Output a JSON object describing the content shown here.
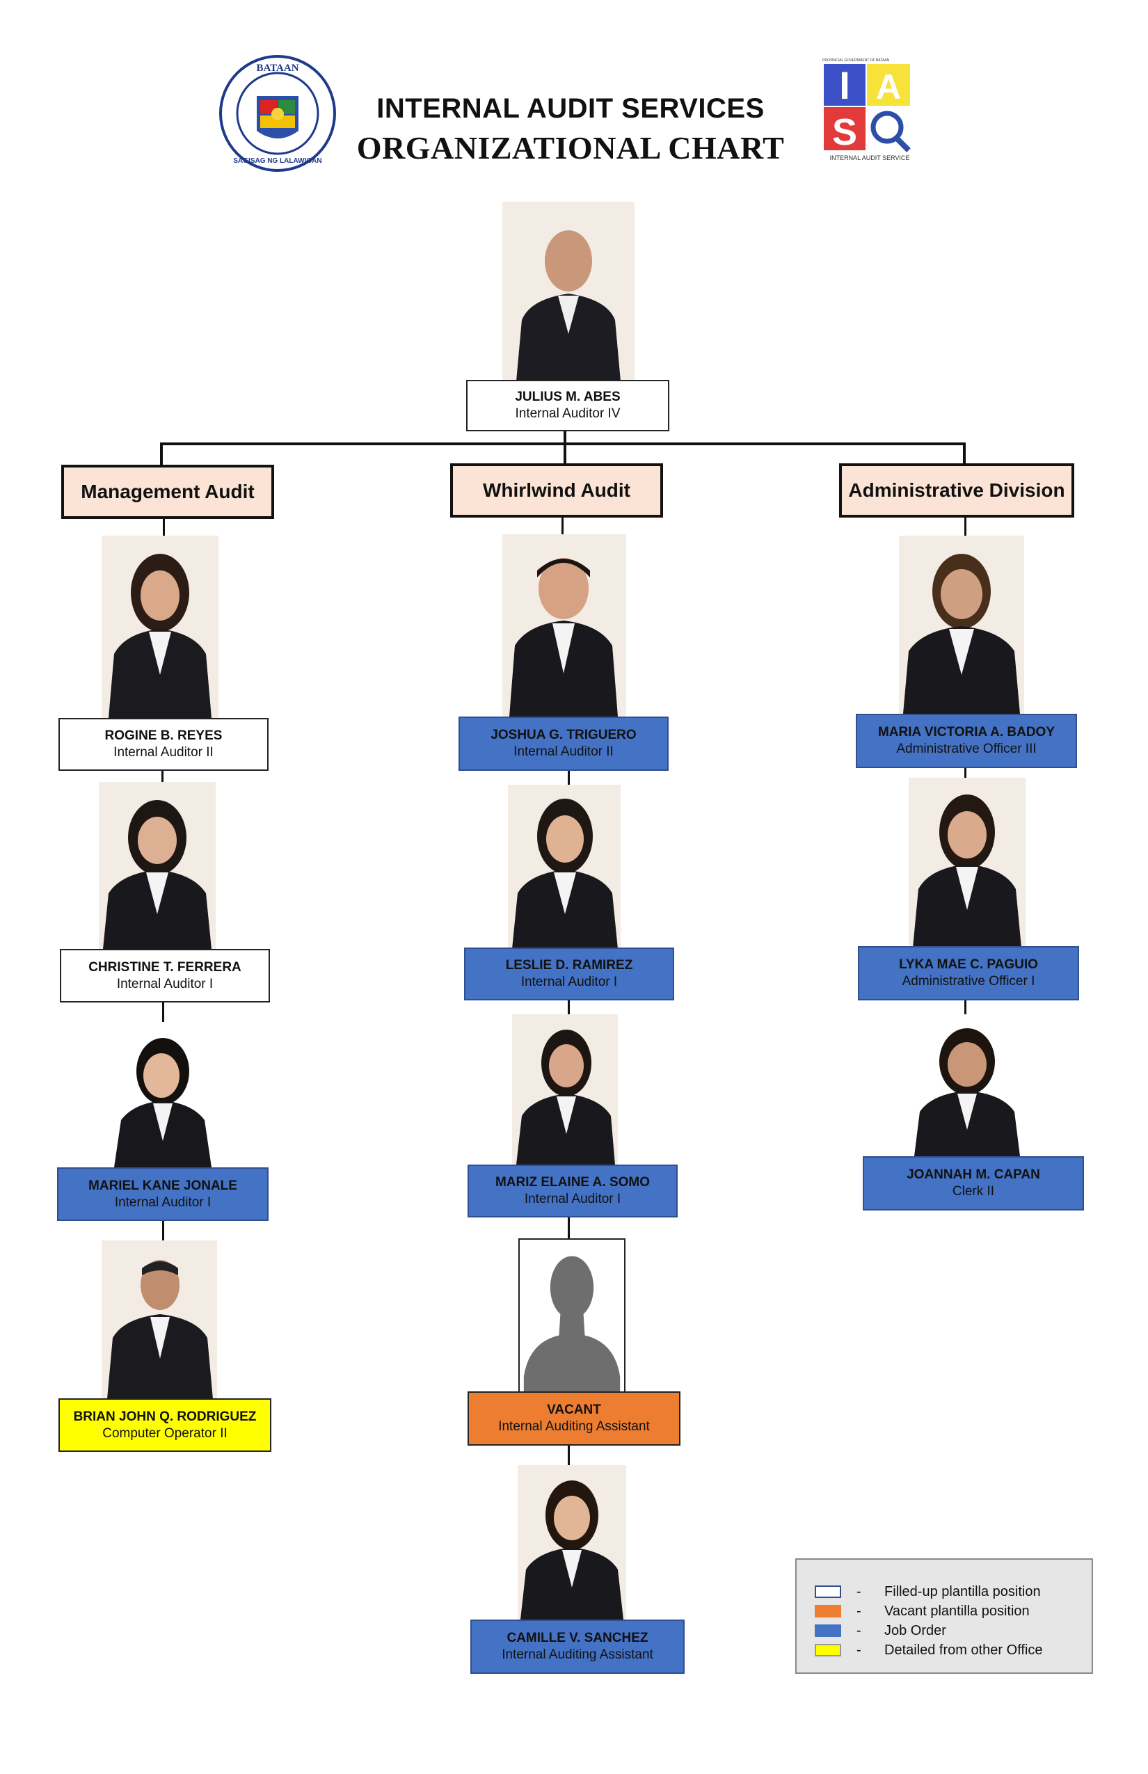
{
  "header": {
    "title_line1": "INTERNAL AUDIT SERVICES",
    "title_line2": "ORGANIZATIONAL CHART",
    "left_logo": {
      "top_text": "BATAAN",
      "bottom_text": "SAGISAG NG LALAWIGAN"
    },
    "right_logo": {
      "top_text": "PROVINCIAL GOVERNMENT OF BATAAN",
      "bottom_text": "INTERNAL AUDIT SERVICE",
      "letters": "IASO"
    }
  },
  "head": {
    "name": "JULIUS M. ABES",
    "position": "Internal Auditor IV"
  },
  "divisions": [
    {
      "label": "Management Audit",
      "members": [
        {
          "name": "ROGINE B. REYES",
          "position": "Internal Auditor II",
          "status": "filled"
        },
        {
          "name": "CHRISTINE T. FERRERA",
          "position": "Internal Auditor I",
          "status": "filled"
        },
        {
          "name": "MARIEL KANE JONALE",
          "position": "Internal Auditor I",
          "status": "job"
        },
        {
          "name": "BRIAN JOHN Q. RODRIGUEZ",
          "position": "Computer Operator II",
          "status": "detail"
        }
      ]
    },
    {
      "label": "Whirlwind Audit",
      "members": [
        {
          "name": "JOSHUA G. TRIGUERO",
          "position": "Internal Auditor II",
          "status": "job"
        },
        {
          "name": "LESLIE D. RAMIREZ",
          "position": "Internal Auditor I",
          "status": "job"
        },
        {
          "name": "MARIZ ELAINE A. SOMO",
          "position": "Internal Auditor I",
          "status": "job"
        },
        {
          "name": "VACANT",
          "position": "Internal Auditing Assistant",
          "status": "vacant"
        },
        {
          "name": "CAMILLE V. SANCHEZ",
          "position": "Internal Auditing Assistant",
          "status": "job"
        }
      ]
    },
    {
      "label": "Administrative Division",
      "members": [
        {
          "name": "MARIA VICTORIA A. BADOY",
          "position": "Administrative Officer III",
          "status": "job"
        },
        {
          "name": "LYKA MAE C. PAGUIO",
          "position": "Administrative Officer I",
          "status": "job"
        },
        {
          "name": "JOANNAH M. CAPAN",
          "position": "Clerk II",
          "status": "job"
        }
      ]
    }
  ],
  "legend": {
    "dash": "-",
    "items": [
      {
        "label": "Filled-up plantilla position",
        "color": "#ffffff"
      },
      {
        "label": "Vacant plantilla position",
        "color": "#ed7d31"
      },
      {
        "label": "Job Order",
        "color": "#4472c4"
      },
      {
        "label": "Detailed from other Office",
        "color": "#ffff00"
      }
    ]
  },
  "colors": {
    "filled": "#ffffff",
    "vacant": "#ed7d31",
    "job": "#4472c4",
    "detail": "#ffff00",
    "division_fill": "#fbe4d6"
  }
}
